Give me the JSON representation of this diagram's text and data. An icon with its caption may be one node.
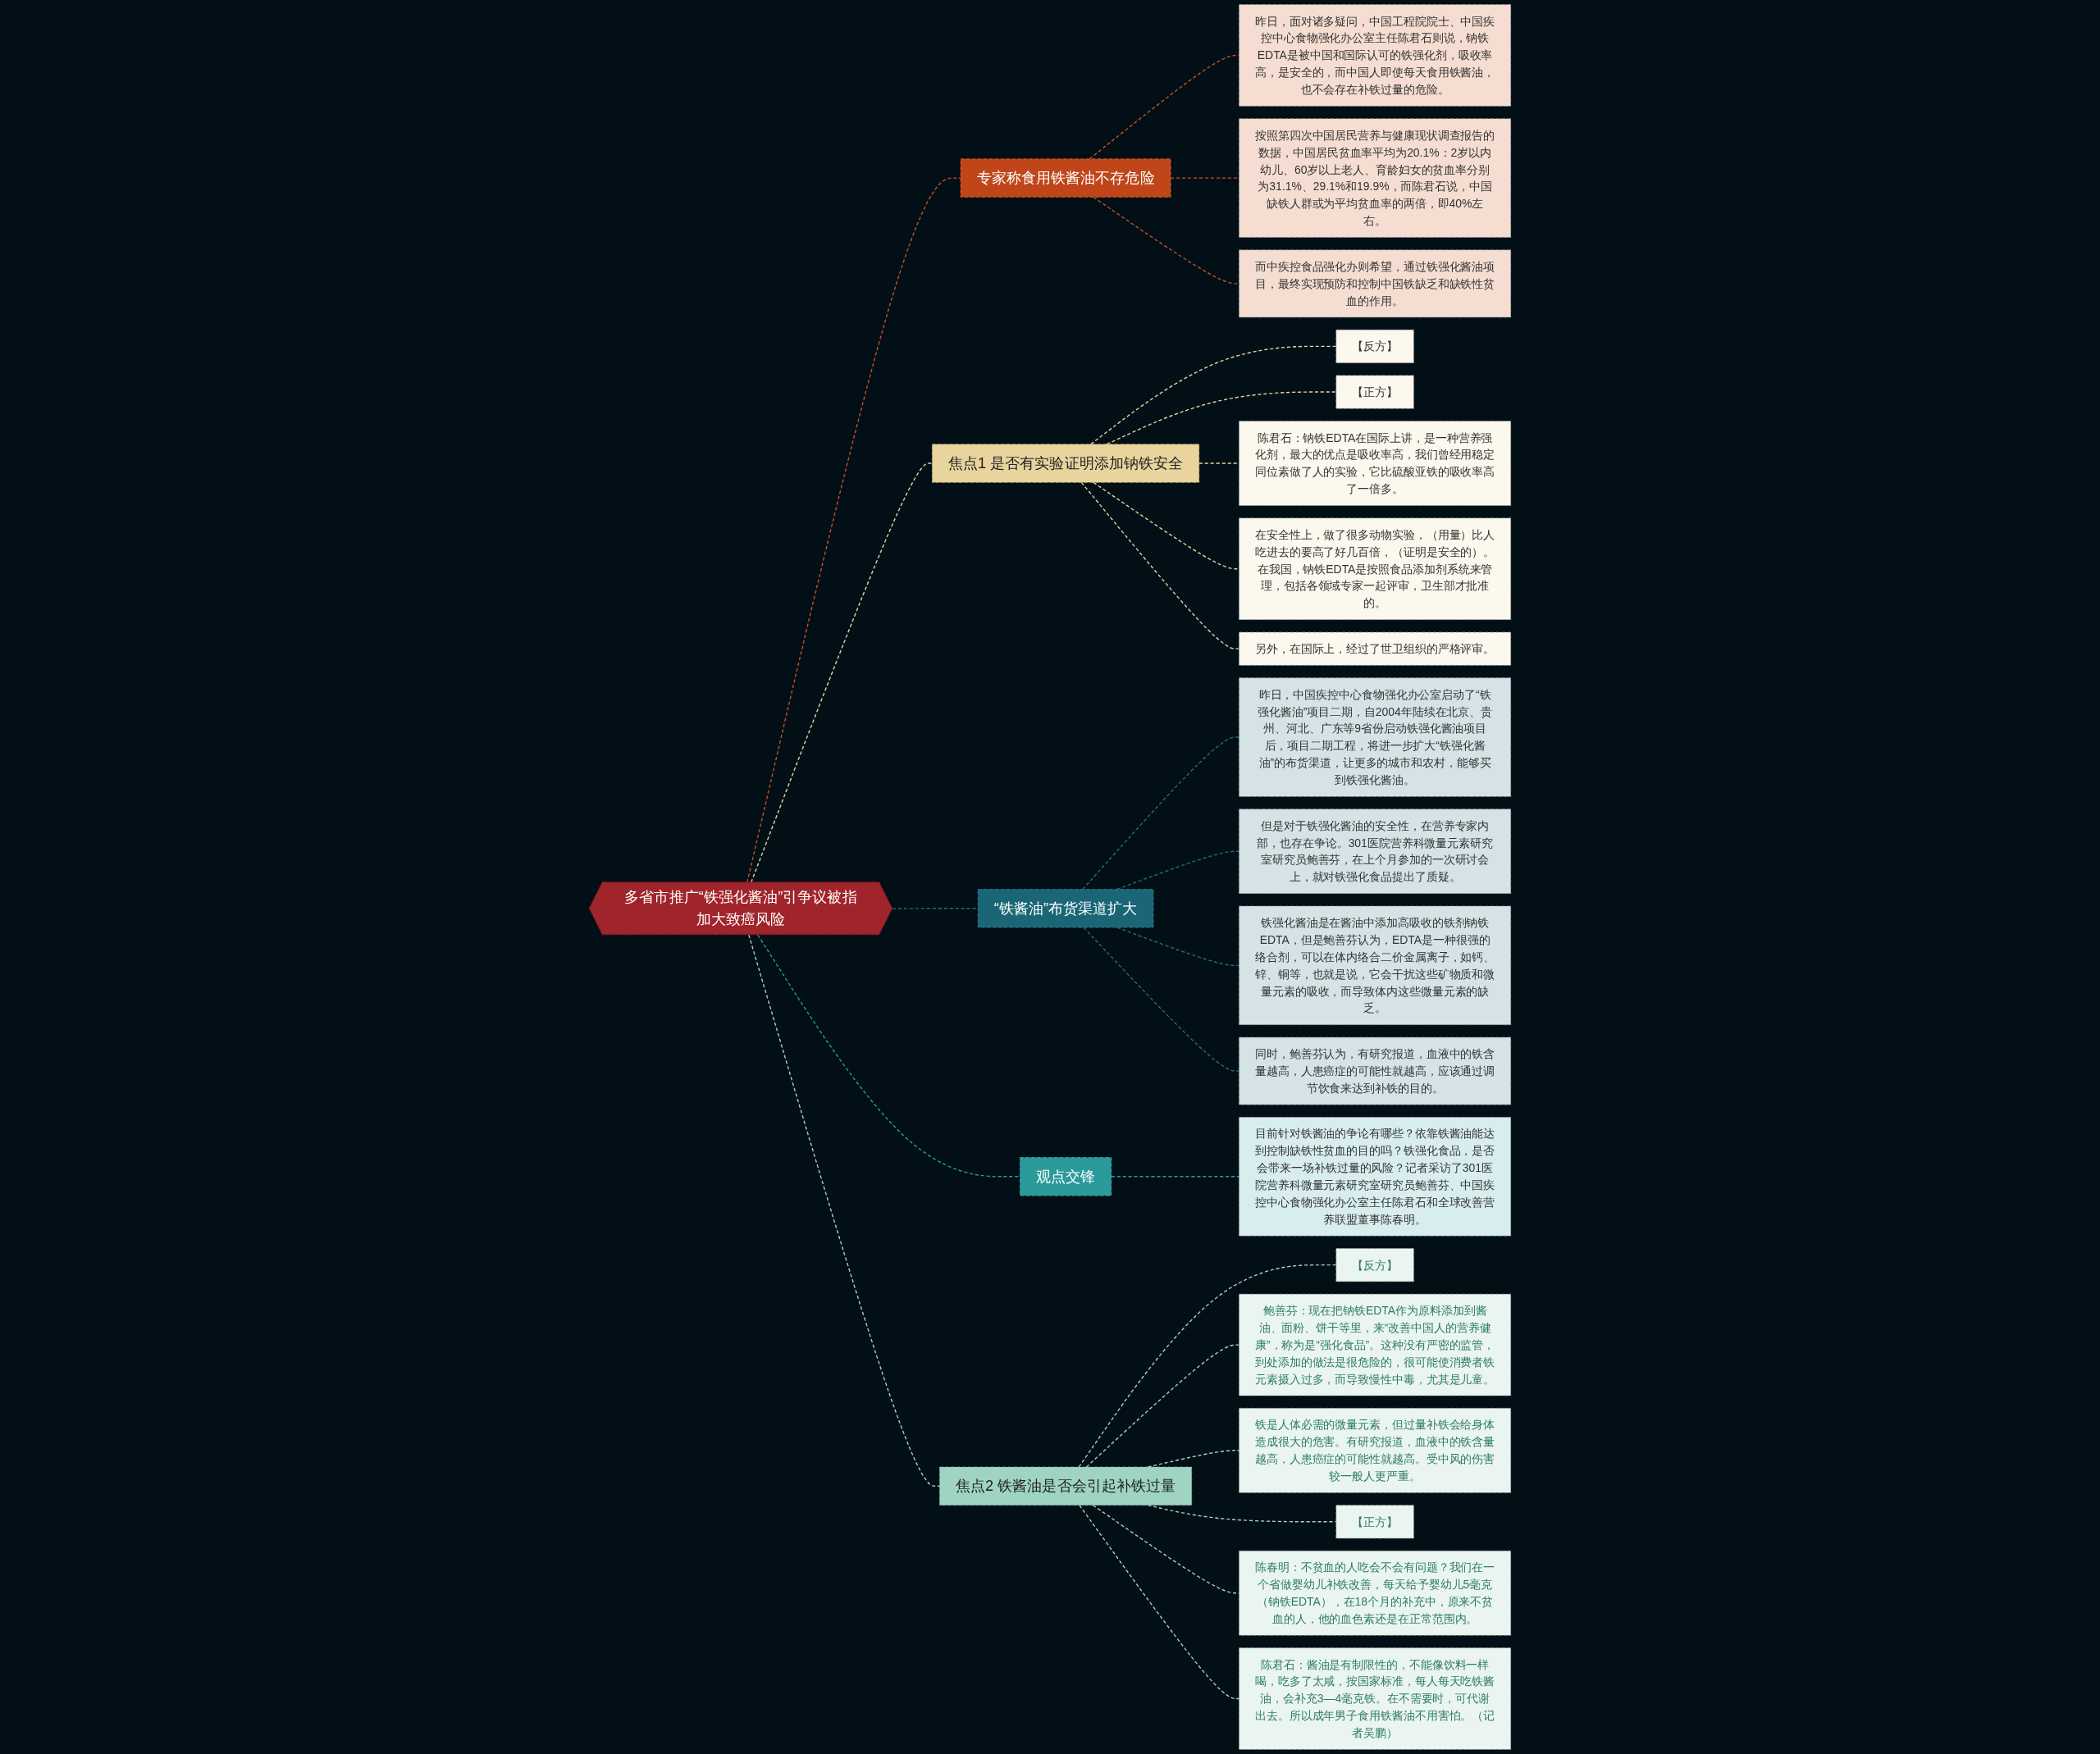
{
  "diagram": {
    "nodes": [
      {
        "text": [
          "多省市推广“铁强化酱油”引争议被指加大致癌风险"
        ]
      },
      {
        "text": [
          "专家称食用铁酱油不存危险"
        ]
      },
      {
        "text": [
          "昨日，面对诸多疑问，中国工程院院士、中国疾控中心食物强化办公室主任陈君石则说，钠铁EDTA是被中国和国际认可的铁强化剂，吸收率高，是安全的，而中国人即使每天食用铁酱油，也不会存在补铁过量的危险。"
        ]
      },
      {
        "text": [
          "按照第四次中国居民营养与健康现状调查报告的数据，中国居民贫血率平均为20.1%：2岁以内幼儿、60岁以上老人、育龄妇女的贫血率分别为31.1%、29.1%和19.9%，而陈君石说，中国缺铁人群或为平均贫血率的两倍，即40%左右。"
        ]
      },
      {
        "text": [
          "而中疾控食品强化办则希望，通过铁强化酱油项目，最终实现预防和控制中国铁缺乏和缺铁性贫血的作用。"
        ]
      },
      {
        "text": [
          "焦点1 是否有实验证明添加钠铁安全"
        ]
      },
      {
        "text": [
          "【反方】"
        ]
      },
      {
        "text": [
          "【正方】"
        ]
      },
      {
        "text": [
          "陈君石：钠铁EDTA在国际上讲，是一种营养强化剂，最大的优点是吸收率高，我们曾经用稳定同位素做了人的实验，它比硫酸亚铁的吸收率高了一倍多。"
        ]
      },
      {
        "text": [
          "在安全性上，做了很多动物实验，（用量）比人吃进去的要高了好几百倍，（证明是安全的）。在我国，钠铁EDTA是按照食品添加剂系统来管理，包括各领域专家一起评审，卫生部才批准的。"
        ]
      },
      {
        "text": [
          "另外，在国际上，经过了世卫组织的严格评审。"
        ]
      },
      {
        "text": [
          "“铁酱油”布货渠道扩大"
        ]
      },
      {
        "text": [
          "昨日，中国疾控中心食物强化办公室启动了“铁强化酱油”项目二期，自2004年陆续在北京、贵州、河北、广东等9省份启动铁强化酱油项目后，项目二期工程，将进一步扩大“铁强化酱油”的布货渠道，让更多的城市和农村，能够买到铁强化酱油。"
        ]
      },
      {
        "text": [
          "但是对于铁强化酱油的安全性，在营养专家内部，也存在争论。301医院营养科微量元素研究室研究员鲍善芬，在上个月参加的一次研讨会上，就对铁强化食品提出了质疑。"
        ]
      },
      {
        "text": [
          "铁强化酱油是在酱油中添加高吸收的铁剂钠铁EDTA，但是鲍善芬认为，EDTA是一种很强的络合剂，可以在体内络合二价金属离子，如钙、锌、铜等，也就是说，它会干扰这些矿物质和微量元素的吸收，而导致体内这些微量元素的缺乏。"
        ]
      },
      {
        "text": [
          "同时，鲍善芬认为，有研究报道，血液中的铁含量越高，人患癌症的可能性就越高，应该通过调节饮食来达到补铁的目的。"
        ]
      },
      {
        "text": [
          "观点交锋"
        ]
      },
      {
        "text": [
          "目前针对铁酱油的争论有哪些？依靠铁酱油能达到控制缺铁性贫血的目的吗？铁强化食品，是否会带来一场补铁过量的风险？记者采访了301医院营养科微量元素研究室研究员鲍善芬、中国疾控中心食物强化办公室主任陈君石和全球改善营养联盟董事陈春明。"
        ]
      },
      {
        "text": [
          "焦点2 铁酱油是否会引起补铁过量"
        ]
      },
      {
        "text": [
          "【反方】"
        ]
      },
      {
        "text": [
          "鲍善芬：现在把钠铁EDTA作为原料添加到酱油、面粉、饼干等里，来“改善中国人的营养健康”，称为是“强化食品”。这种没有严密的监管，到处添加的做法是很危险的，很可能使消费者铁元素摄入过多，而导致慢性中毒，尤其是儿童。"
        ]
      },
      {
        "text": [
          "铁是人体必需的微量元素，但过量补铁会给身体造成很大的危害。有研究报道，血液中的铁含量越高，人患癌症的可能性就越高。受中风的伤害较一般人更严重。"
        ]
      },
      {
        "text": [
          "【正方】"
        ]
      },
      {
        "text": [
          "陈春明：不贫血的人吃会不会有问题？我们在一个省做婴幼儿补铁改善，每天给予婴幼儿5毫克（钠铁EDTA），在18个月的补充中，原来不贫血的人，他的血色素还是在正常范围内。"
        ]
      },
      {
        "text": [
          "陈君石：酱油是有制限性的，不能像饮料一样喝，吃多了太咸，按国家标准，每人每天吃铁酱油，会补充3—4毫克铁。在不需要时，可代谢出去。所以成年男子食用铁酱油不用害怕。（记者吴鹏）"
        ]
      }
    ],
    "edges": [
      {
        "from": 0,
        "to": 1,
        "arrow": "none",
        "style": "dashed",
        "color": "#c8501e"
      },
      {
        "from": 1,
        "to": 2,
        "arrow": "none",
        "style": "dashed",
        "color": "#c8501e"
      },
      {
        "from": 1,
        "to": 3,
        "arrow": "none",
        "style": "dashed",
        "color": "#c8501e"
      },
      {
        "from": 1,
        "to": 4,
        "arrow": "none",
        "style": "dashed",
        "color": "#c8501e"
      },
      {
        "from": 0,
        "to": 5,
        "arrow": "none",
        "style": "dashed",
        "color": "#e8d49c"
      },
      {
        "from": 5,
        "to": 6,
        "arrow": "none",
        "style": "dashed",
        "color": "#e8d49c"
      },
      {
        "from": 5,
        "to": 7,
        "arrow": "none",
        "style": "dashed",
        "color": "#e8d49c"
      },
      {
        "from": 5,
        "to": 8,
        "arrow": "none",
        "style": "dashed",
        "color": "#e8d49c"
      },
      {
        "from": 5,
        "to": 9,
        "arrow": "none",
        "style": "dashed",
        "color": "#e8d49c"
      },
      {
        "from": 5,
        "to": 10,
        "arrow": "none",
        "style": "dashed",
        "color": "#e8d49c"
      },
      {
        "from": 0,
        "to": 11,
        "arrow": "none",
        "style": "dashed",
        "color": "#1f6f80"
      },
      {
        "from": 11,
        "to": 12,
        "arrow": "none",
        "style": "dashed",
        "color": "#1f6f80"
      },
      {
        "from": 11,
        "to": 13,
        "arrow": "none",
        "style": "dashed",
        "color": "#1f6f80"
      },
      {
        "from": 11,
        "to": 14,
        "arrow": "none",
        "style": "dashed",
        "color": "#1f6f80"
      },
      {
        "from": 11,
        "to": 15,
        "arrow": "none",
        "style": "dashed",
        "color": "#1f6f80"
      },
      {
        "from": 0,
        "to": 16,
        "arrow": "none",
        "style": "dashed",
        "color": "#2a9a9a"
      },
      {
        "from": 16,
        "to": 17,
        "arrow": "none",
        "style": "dashed",
        "color": "#2a9a9a"
      },
      {
        "from": 0,
        "to": 18,
        "arrow": "none",
        "style": "dashed",
        "color": "#9fd4c2"
      },
      {
        "from": 18,
        "to": 19,
        "arrow": "none",
        "style": "dashed",
        "color": "#9fd4c2"
      },
      {
        "from": 18,
        "to": 20,
        "arrow": "none",
        "style": "dashed",
        "color": "#9fd4c2"
      },
      {
        "from": 18,
        "to": 21,
        "arrow": "none",
        "style": "dashed",
        "color": "#9fd4c2"
      },
      {
        "from": 18,
        "to": 22,
        "arrow": "none",
        "style": "dashed",
        "color": "#9fd4c2"
      },
      {
        "from": 18,
        "to": 23,
        "arrow": "none",
        "style": "dashed",
        "color": "#9fd4c2"
      },
      {
        "from": 18,
        "to": 24,
        "arrow": "none",
        "style": "dashed",
        "color": "#9fd4c2"
      }
    ]
  }
}
